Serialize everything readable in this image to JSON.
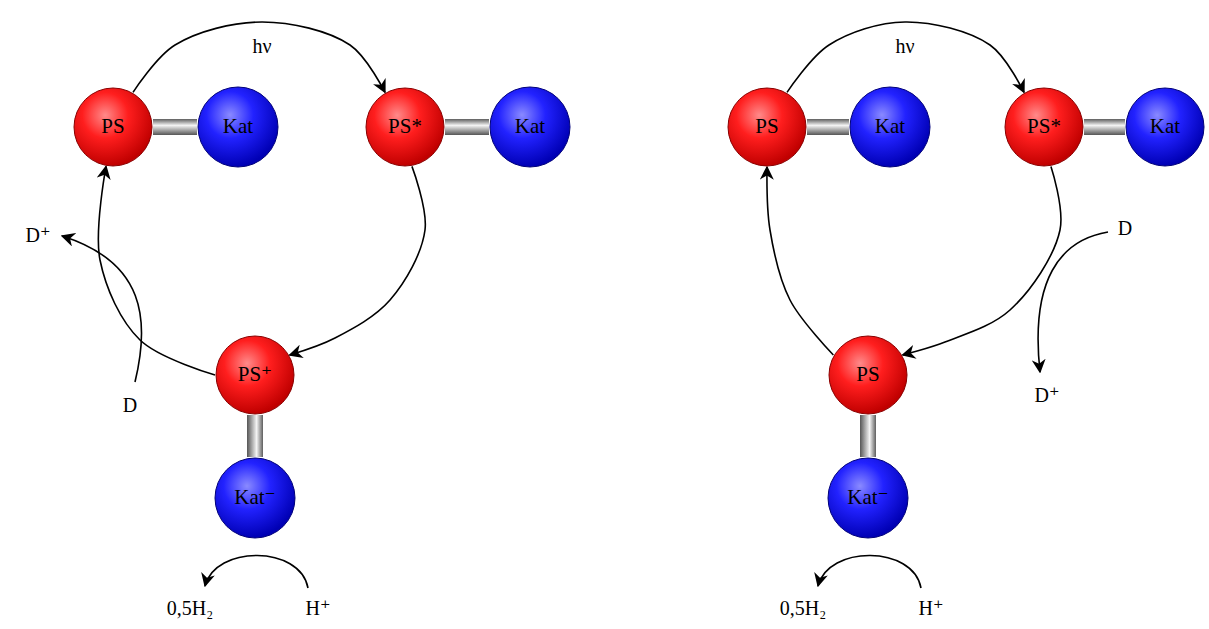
{
  "diagram": {
    "nodes": [
      {
        "text": [
          "PS"
        ]
      },
      {
        "text": [
          "Kat"
        ]
      },
      {
        "text": [
          "PS*"
        ]
      },
      {
        "text": [
          "Kat"
        ]
      },
      {
        "text": [
          "PS⁺"
        ]
      },
      {
        "text": [
          "Kat⁻"
        ]
      },
      {
        "text": [
          "PS"
        ]
      },
      {
        "text": [
          "Kat"
        ]
      },
      {
        "text": [
          "PS*"
        ]
      },
      {
        "text": [
          "Kat"
        ]
      },
      {
        "text": [
          "PS"
        ]
      },
      {
        "text": [
          "Kat⁻"
        ]
      }
    ],
    "edges": [
      {
        "from": 0,
        "to": 1,
        "arrow": "none"
      },
      {
        "from": 2,
        "to": 3,
        "arrow": "none"
      },
      {
        "from": 4,
        "to": 5,
        "arrow": "none"
      },
      {
        "from": 0,
        "to": 2,
        "label": "hν",
        "arrow": "to"
      },
      {
        "from": 2,
        "to": 4,
        "arrow": "to"
      },
      {
        "from": 4,
        "to": 0,
        "arrow": "to"
      },
      {
        "from": 6,
        "to": 7,
        "arrow": "none"
      },
      {
        "from": 8,
        "to": 9,
        "arrow": "none"
      },
      {
        "from": 10,
        "to": 11,
        "arrow": "none"
      },
      {
        "from": 6,
        "to": 8,
        "label": "hν",
        "arrow": "to"
      },
      {
        "from": 8,
        "to": 10,
        "arrow": "to"
      },
      {
        "from": 10,
        "to": 6,
        "arrow": "to"
      }
    ],
    "labels": [
      "D⁺",
      "D",
      "0,5H₂",
      "H⁺",
      "D",
      "D⁺",
      "0,5H₂",
      "H⁺"
    ]
  }
}
